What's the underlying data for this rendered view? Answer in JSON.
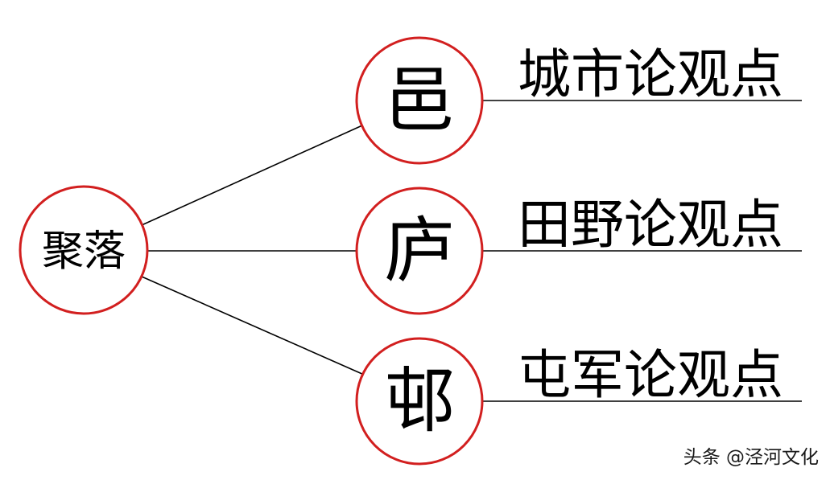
{
  "diagram": {
    "root": {
      "label": "聚落"
    },
    "branches": [
      {
        "char": "邑",
        "viewpoint": "城市论观点"
      },
      {
        "char": "庐",
        "viewpoint": "田野论观点"
      },
      {
        "char": "邨",
        "viewpoint": "屯军论观点"
      }
    ]
  },
  "colors": {
    "circle_stroke": "#d21f1f",
    "line": "#000000",
    "text": "#000000"
  },
  "watermark": {
    "text": "头条 @泾河文化"
  }
}
